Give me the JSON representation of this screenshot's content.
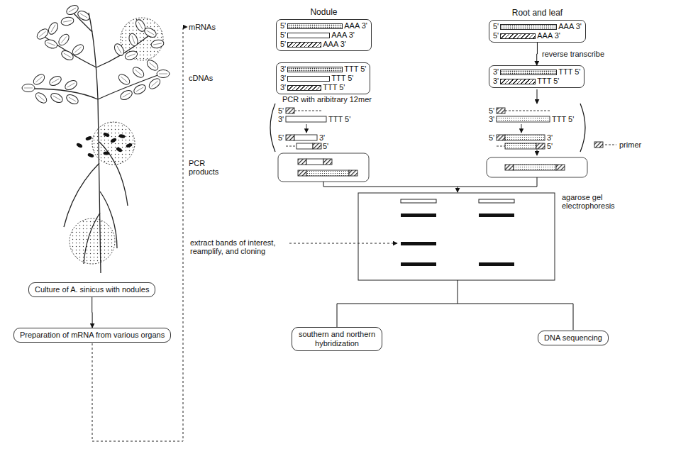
{
  "diagram": {
    "nodes": [
      {
        "text": [
          "Culture of A. sinicus with nodules"
        ]
      },
      {
        "text": [
          "Preparation of mRNA from various organs"
        ]
      },
      {
        "text": [
          "Nodule",
          "5'",
          "AAA 3'",
          "5'",
          "AAA 3'",
          "5'",
          "AAA 3'"
        ]
      },
      {
        "text": [
          "Root and leaf",
          "5'",
          "AAA 3'",
          "5'",
          "AAA 3'"
        ]
      },
      {
        "text": [
          "3'",
          "TTT 5'",
          "3'",
          "TTT 5'",
          "3'",
          "TTT 5'"
        ]
      },
      {
        "text": [
          "3'",
          "TTT 5'",
          "3'",
          "TTT 5'"
        ]
      },
      {
        "text": [
          "southern and northern hybridization"
        ]
      },
      {
        "text": [
          "DNA sequencing"
        ]
      }
    ],
    "edges": [
      {
        "from": 0,
        "to": 1,
        "arrow": "to"
      },
      {
        "from": 3,
        "to": 5,
        "arrow": "to",
        "label": "reverse transcribe"
      }
    ],
    "labels": [
      "mRNAs",
      "cDNAs",
      "PCR with aribitrary 12mer",
      "5'",
      "3'",
      "TTT 5'",
      "5'",
      "3'",
      "5'",
      "5'",
      "3'",
      "TTT 5'",
      "5'",
      "3'",
      "5'",
      "PCR products",
      "agarose gel electrophoresis",
      "extract bands of interest, reamplify, and cloning"
    ],
    "legend": [
      {
        "text": "primer"
      }
    ]
  }
}
